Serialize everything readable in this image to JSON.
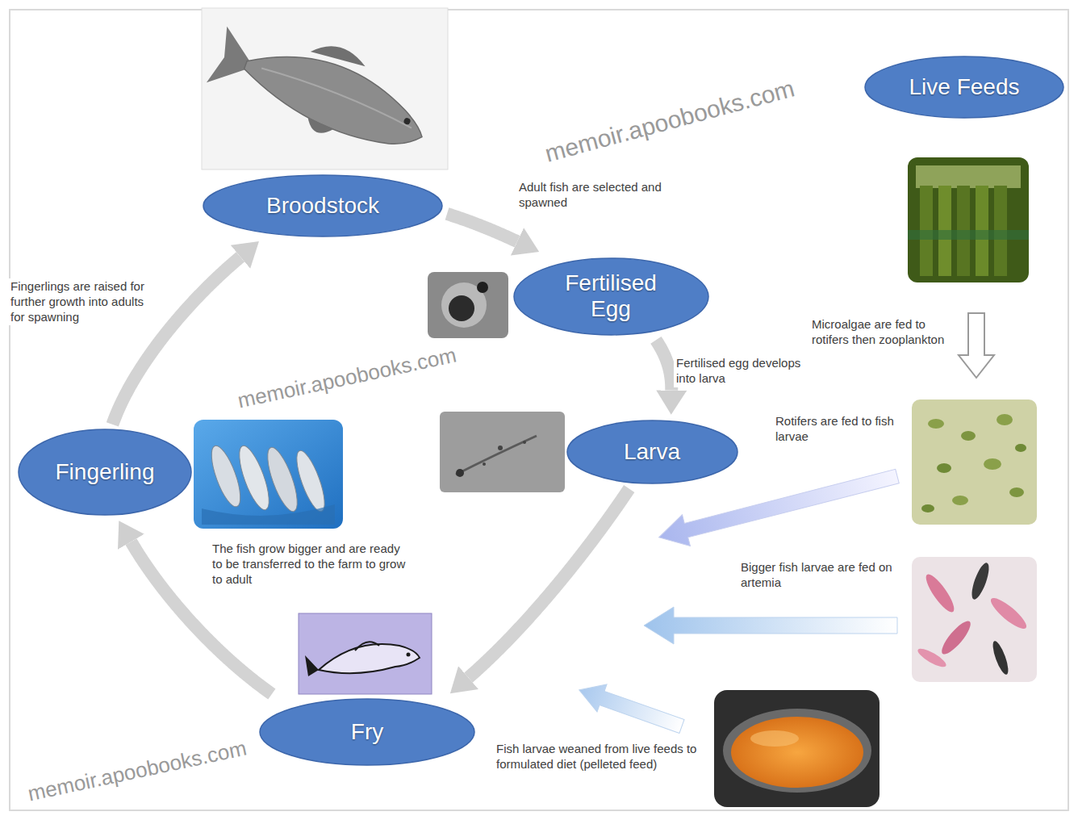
{
  "diagram": {
    "nodes": [
      {
        "text": [
          "Broodstock"
        ]
      },
      {
        "text": [
          "Live Feeds"
        ]
      },
      {
        "text": [
          "Fertilised Egg"
        ]
      },
      {
        "text": [
          "Fingerling"
        ]
      },
      {
        "text": [
          "Larva"
        ]
      },
      {
        "text": [
          "Fry"
        ]
      }
    ],
    "edges": [
      {
        "from": 0,
        "to": 2,
        "arrow": "to"
      },
      {
        "from": 2,
        "to": 4,
        "arrow": "to"
      },
      {
        "from": 4,
        "to": 5,
        "arrow": "to"
      },
      {
        "from": 5,
        "to": 3,
        "arrow": "to"
      },
      {
        "from": 3,
        "to": 0,
        "arrow": "to"
      }
    ],
    "labels": [
      "Adult fish are selected and spawned",
      "Fertilised egg develops into larva",
      "Microalgae are fed to rotifers then zooplankton",
      "Rotifers are fed to fish larvae",
      "Bigger fish larvae are fed on artemia",
      "Fish larvae weaned from live feeds to formulated diet (pelleted feed)",
      "The fish grow bigger and are ready to be transferred to the farm to grow to adult",
      "Fingerlings are raised for further growth into adults for spawning",
      "memoir.apoobooks.com",
      "memoir.apoobooks.com",
      "memoir.apoobooks.com"
    ]
  }
}
